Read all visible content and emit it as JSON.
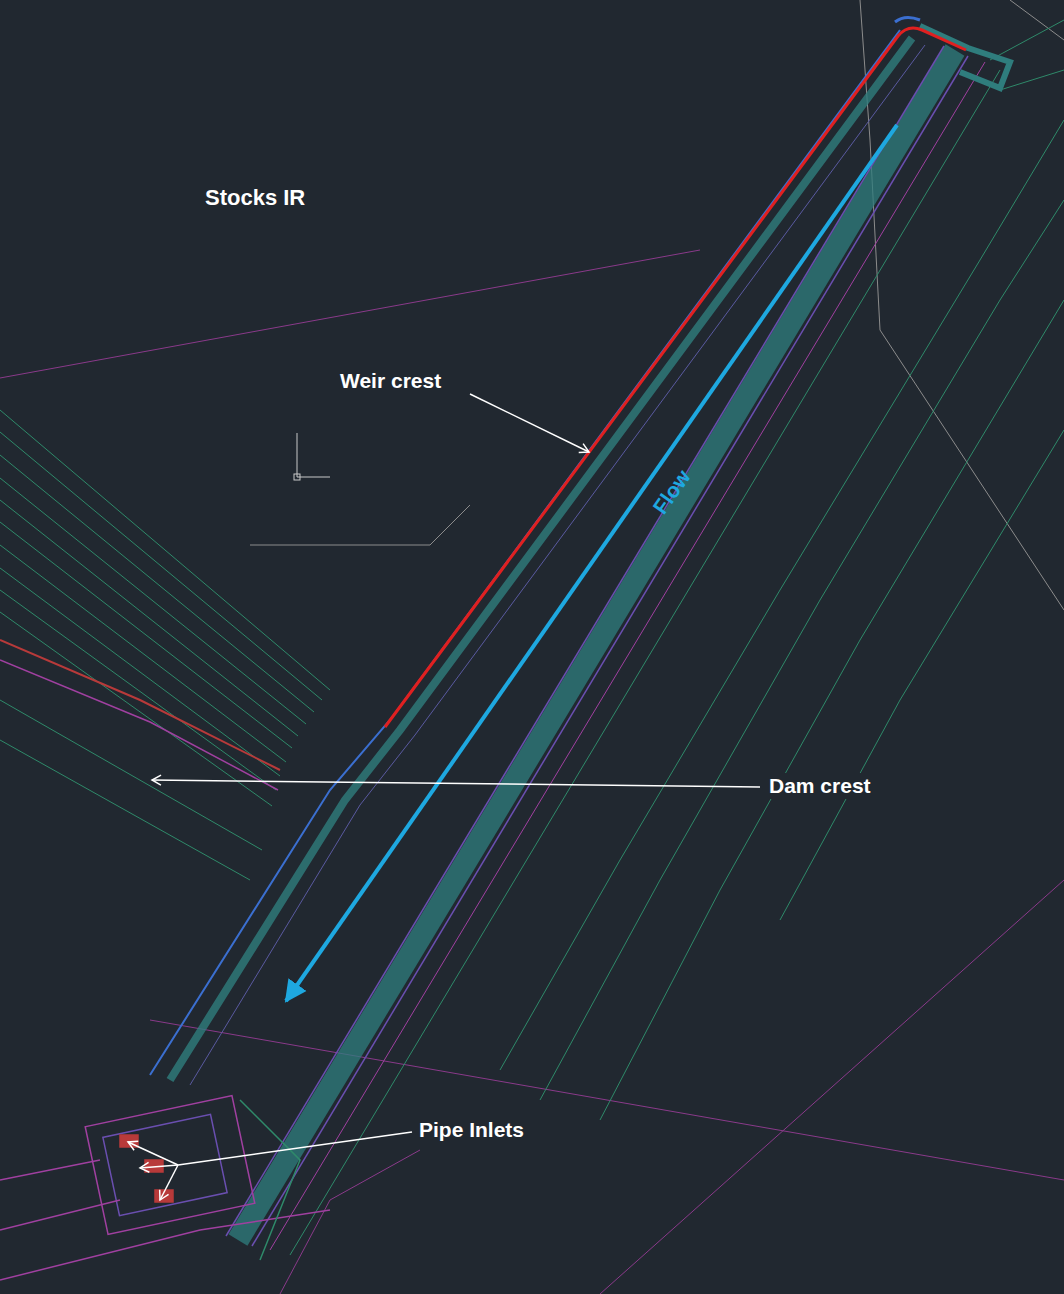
{
  "diagram": {
    "labels": [
      "Stocks IR",
      "Weir crest",
      "Flow",
      "Dam crest",
      "Pipe Inlets"
    ]
  }
}
